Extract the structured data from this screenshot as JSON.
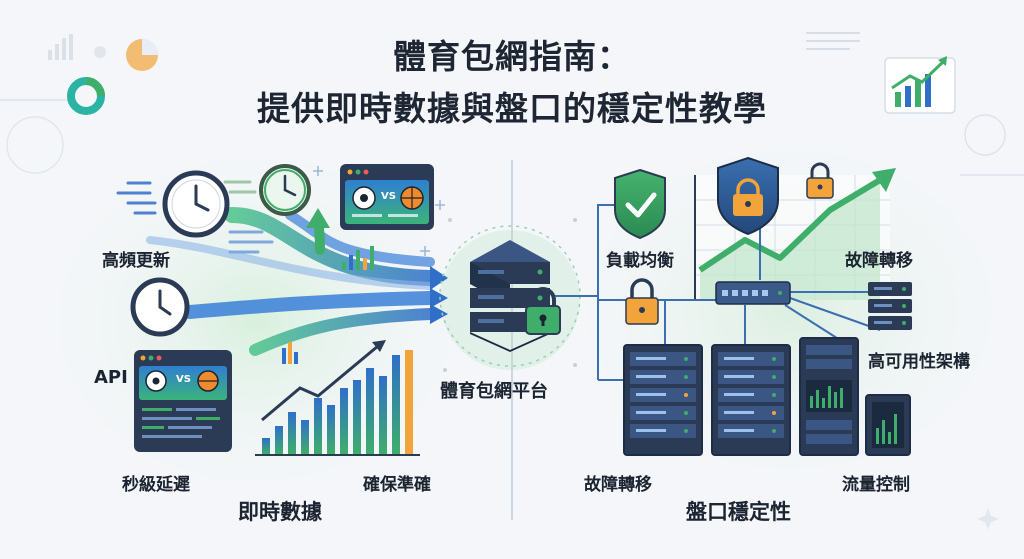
{
  "title": {
    "line1": "體育包網指南：",
    "line2": "提供即時數據與盤口的穩定性教學"
  },
  "left_section": {
    "heading": "即時數據",
    "labels": {
      "high_freq_update": "高頻更新",
      "api": "API",
      "second_latency": "秒級延遲",
      "accuracy": "確保準確"
    },
    "vs_text": "VS"
  },
  "center": {
    "platform_label": "體育包網平台"
  },
  "right_section": {
    "heading": "盤口穩定性",
    "labels": {
      "load_balance": "負載均衡",
      "failover_top": "故障轉移",
      "high_availability": "高可用性架構",
      "failover_bottom": "故障轉移",
      "traffic_control": "流量控制"
    }
  },
  "colors": {
    "green": "#3fae6a",
    "blue": "#2f6fc9",
    "navy": "#2b3a55",
    "orange": "#f2a43a",
    "teal": "#2bb3a3"
  }
}
